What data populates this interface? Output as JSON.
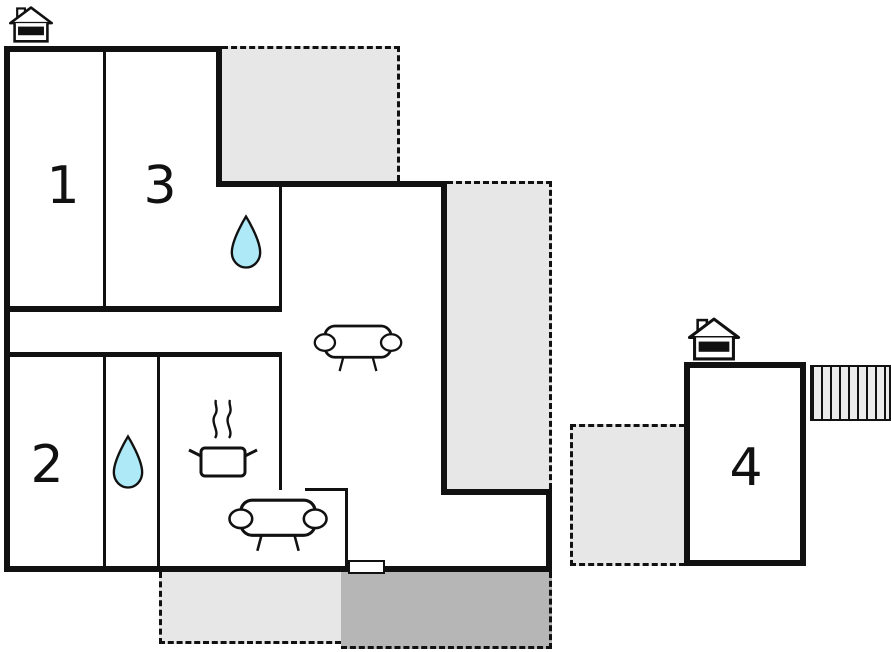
{
  "plan": {
    "name": "floor-plan",
    "rooms": [
      {
        "label": "1"
      },
      {
        "label": "2"
      },
      {
        "label": "3"
      },
      {
        "label": "4"
      }
    ],
    "icons": {
      "house_top_left": "chimney-house-icon",
      "house_room4": "chimney-house-icon",
      "bathroom_top": "water-drop-icon",
      "bathroom_bottom": "water-drop-icon",
      "kitchen": "cooking-pot-steam-icon",
      "sofa_living": "sofa-top-view-icon",
      "sofa_entry": "sofa-top-view-icon",
      "stairs": "stairs-icon",
      "door": "door-icon"
    },
    "colors": {
      "wall": "#111111",
      "terrace_light": "#e7e7e7",
      "terrace_dark": "#b6b6b6",
      "water_drop": "#ade9f6",
      "background": "#ffffff"
    }
  }
}
